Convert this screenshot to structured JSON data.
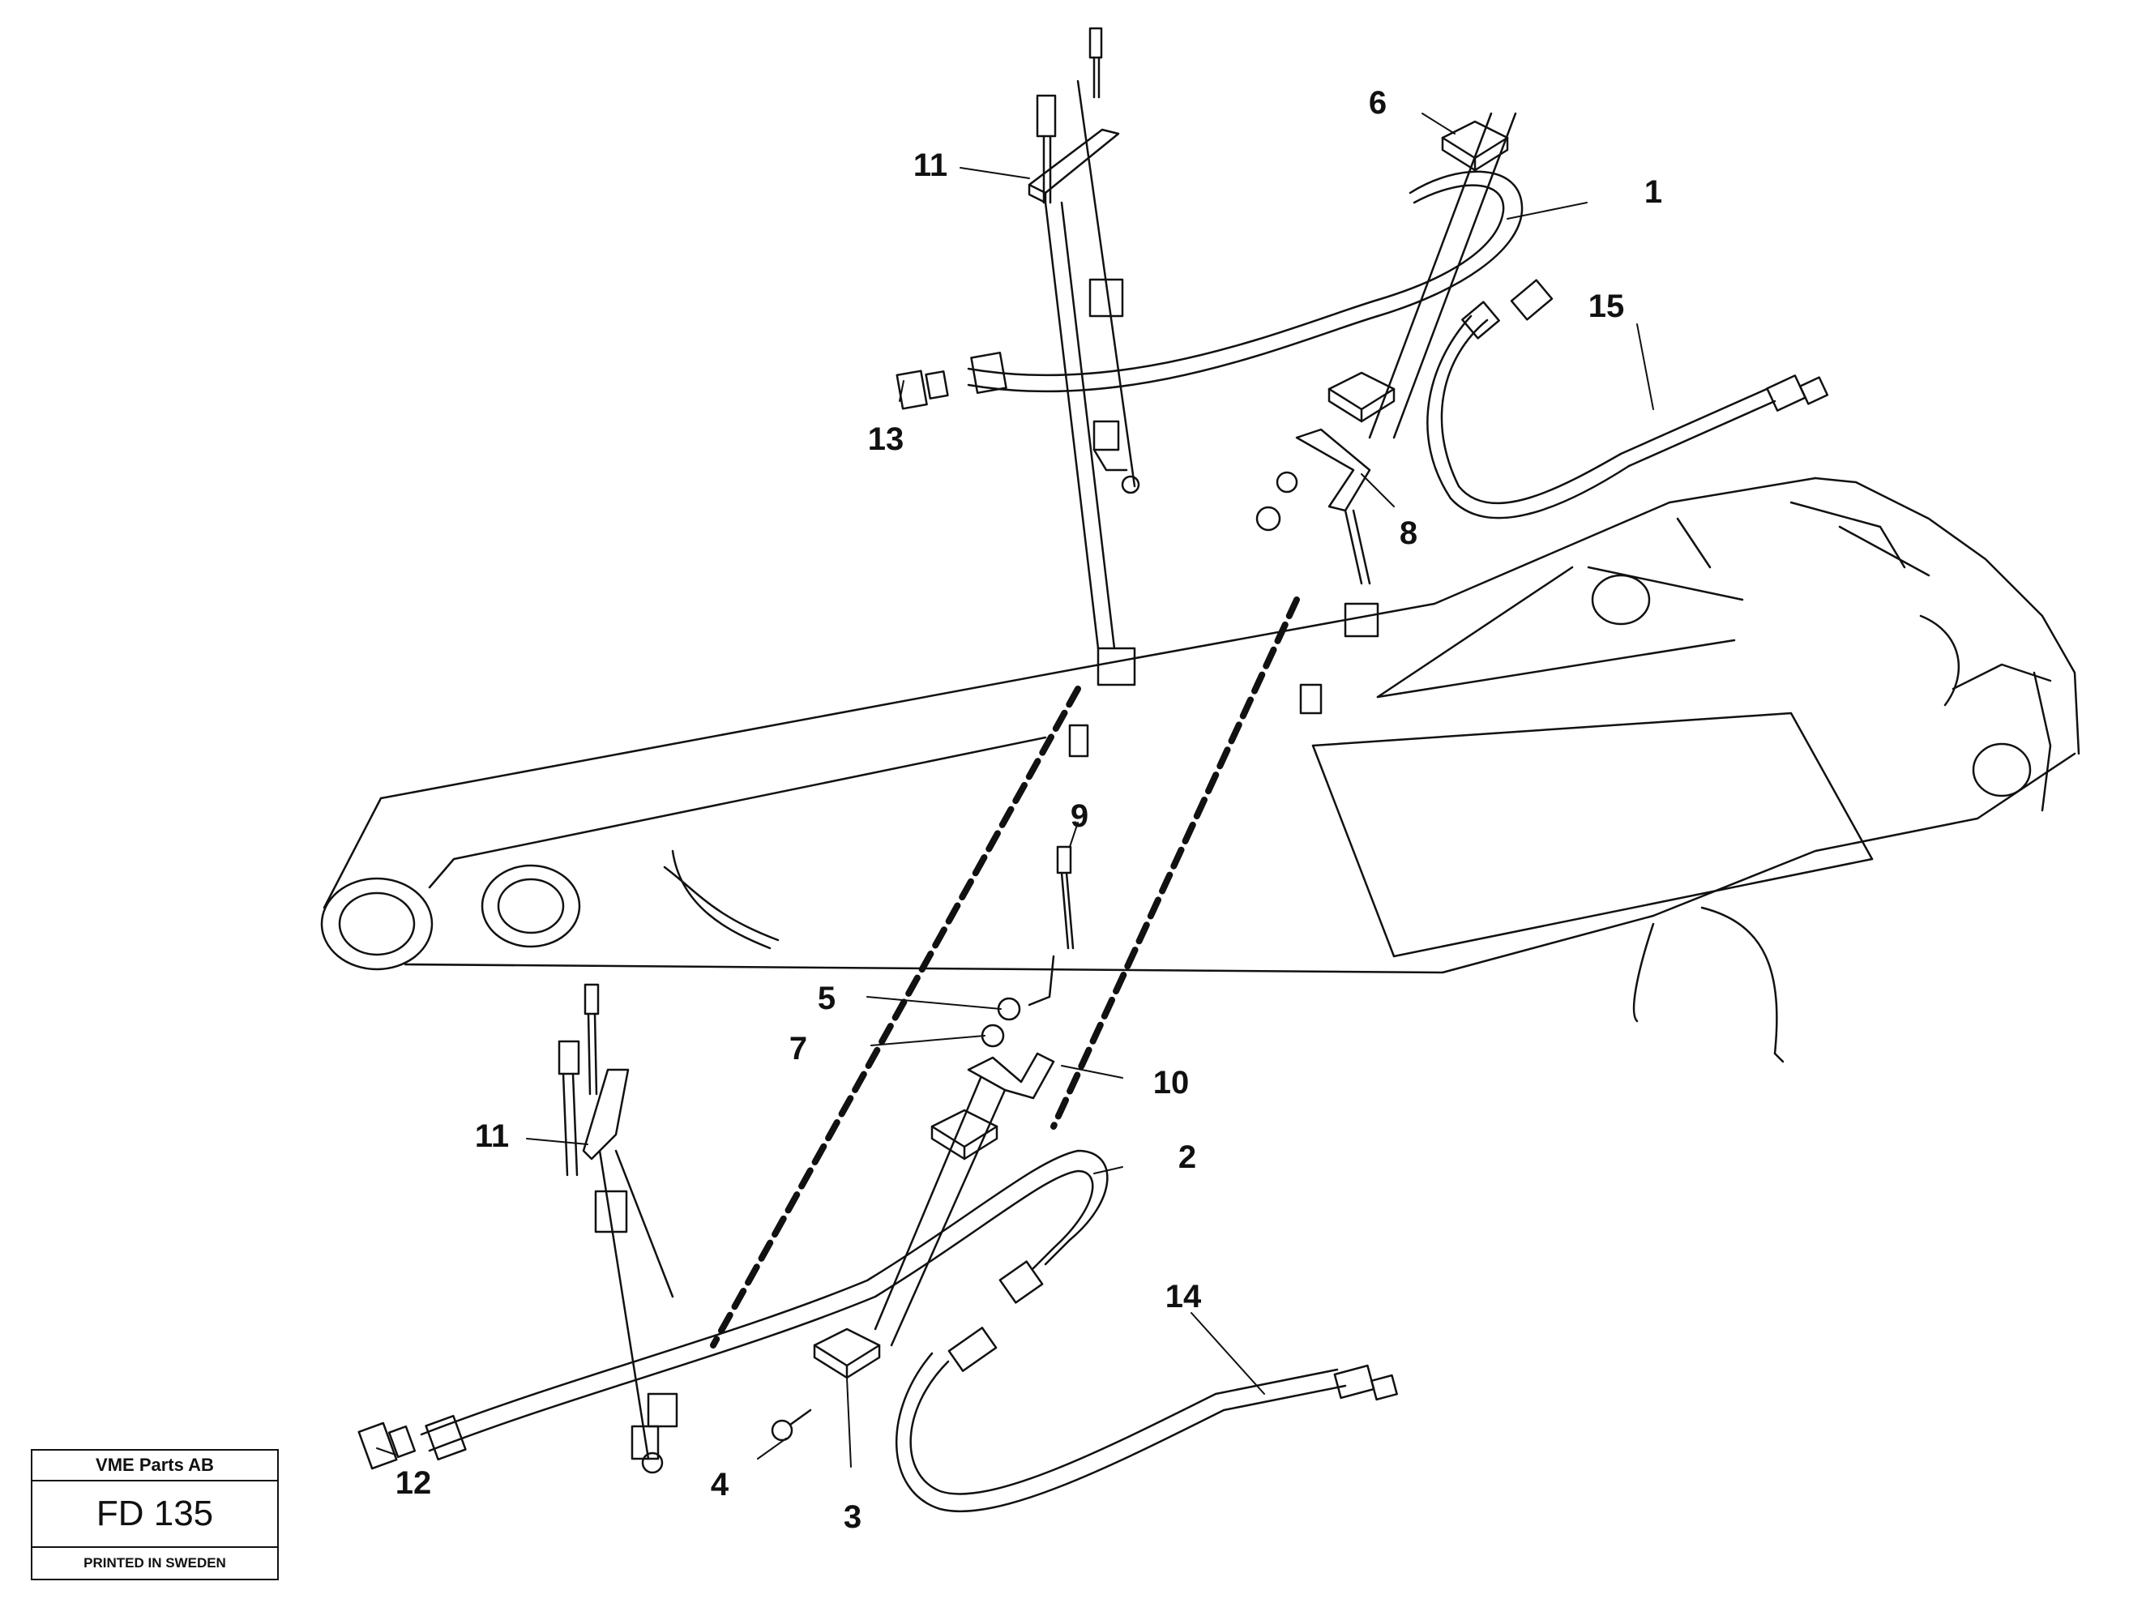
{
  "callouts": [
    {
      "label": "1"
    },
    {
      "label": "2"
    },
    {
      "label": "3"
    },
    {
      "label": "4"
    },
    {
      "label": "5"
    },
    {
      "label": "6"
    },
    {
      "label": "7"
    },
    {
      "label": "8"
    },
    {
      "label": "9"
    },
    {
      "label": "10"
    },
    {
      "label": "11"
    },
    {
      "label": "11"
    },
    {
      "label": "12"
    },
    {
      "label": "13"
    },
    {
      "label": "14"
    },
    {
      "label": "15"
    }
  ],
  "title_block": {
    "company": "VME Parts AB",
    "code": "FD 135",
    "printed": "PRINTED IN SWEDEN"
  },
  "colors": {
    "line": "#111111",
    "background": "#ffffff"
  }
}
